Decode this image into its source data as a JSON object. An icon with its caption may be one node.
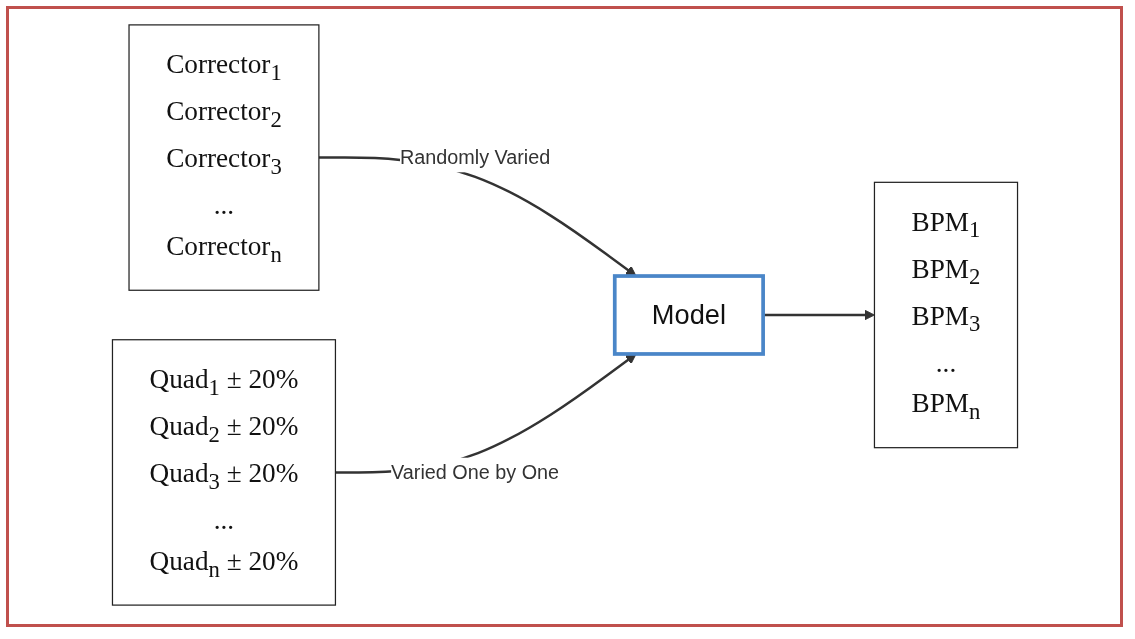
{
  "diagram": {
    "nodes": [
      {
        "text": [
          "Corrector$_{1}$",
          "Corrector$_{2}$",
          "Corrector$_{3}$",
          "...",
          "Corrector$_{n}$"
        ]
      },
      {
        "text": [
          "Quad$_{1}$ ± 20%",
          "Quad$_{2}$ ± 20%",
          "Quad$_{3}$ ± 20%",
          "...",
          "Quad$_{n}$ ± 20%"
        ]
      },
      {
        "text": [
          "Model"
        ]
      },
      {
        "text": [
          "BPM$_{1}$",
          "BPM$_{2}$",
          "BPM$_{3}$",
          "...",
          "BPM$_{n}$"
        ]
      }
    ],
    "edges": [
      {
        "from": 0,
        "to": 2,
        "arrow": "to",
        "label": "Randomly Varied"
      },
      {
        "from": 1,
        "to": 2,
        "arrow": "to",
        "label": "Varied One by One"
      },
      {
        "from": 2,
        "to": 3,
        "arrow": "to"
      }
    ]
  }
}
